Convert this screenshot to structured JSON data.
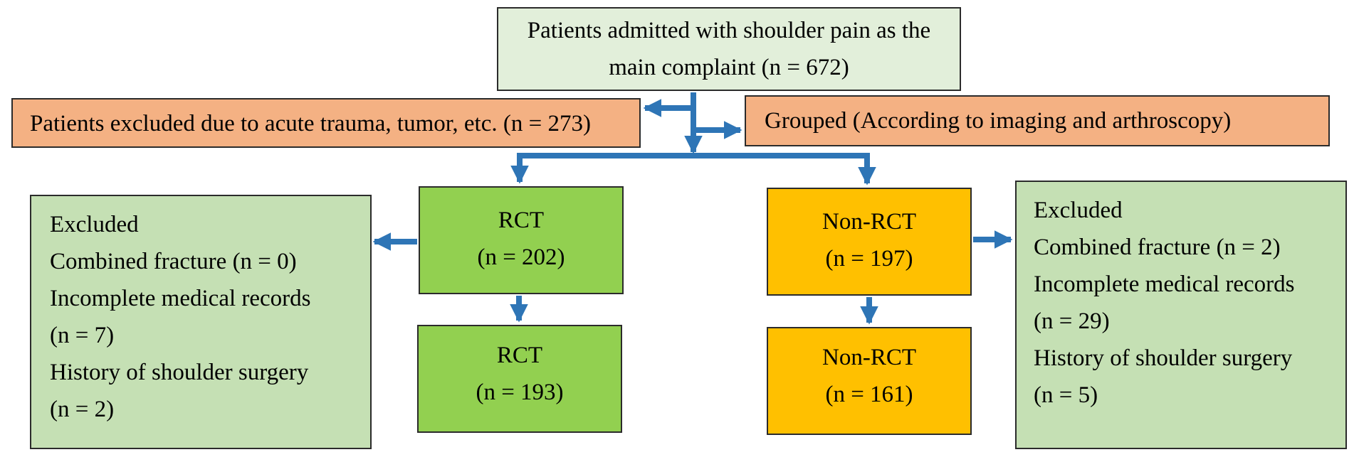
{
  "top": {
    "lines": [
      "Patients admitted with shoulder pain as the",
      "main complaint (n = 672)"
    ]
  },
  "excluded_top": {
    "text": "Patients excluded due to acute trauma, tumor, etc. (n = 273)"
  },
  "grouped": {
    "text": "Grouped (According to imaging and arthroscopy)"
  },
  "rct_initial": {
    "label": "RCT",
    "count": "(n = 202)"
  },
  "rct_final": {
    "label": "RCT",
    "count": "(n = 193)"
  },
  "nonrct_initial": {
    "label": "Non-RCT",
    "count": "(n = 197)"
  },
  "nonrct_final": {
    "label": "Non-RCT",
    "count": "(n = 161)"
  },
  "excluded_left": {
    "lines": [
      "Excluded",
      "Combined fracture (n = 0)",
      "Incomplete medical records",
      "(n = 7)",
      "History of shoulder surgery",
      "(n = 2)"
    ]
  },
  "excluded_right": {
    "lines": [
      "Excluded",
      "Combined fracture (n = 2)",
      "Incomplete medical records",
      "(n = 29)",
      "History of shoulder surgery",
      "(n = 5)"
    ]
  },
  "colors": {
    "arrow": "#2e75b6",
    "top_fill": "#e2efda",
    "orange_fill": "#f4b183",
    "rct_fill": "#92d050",
    "nonrct_fill": "#ffc000",
    "excluded_fill": "#c5e0b4"
  }
}
